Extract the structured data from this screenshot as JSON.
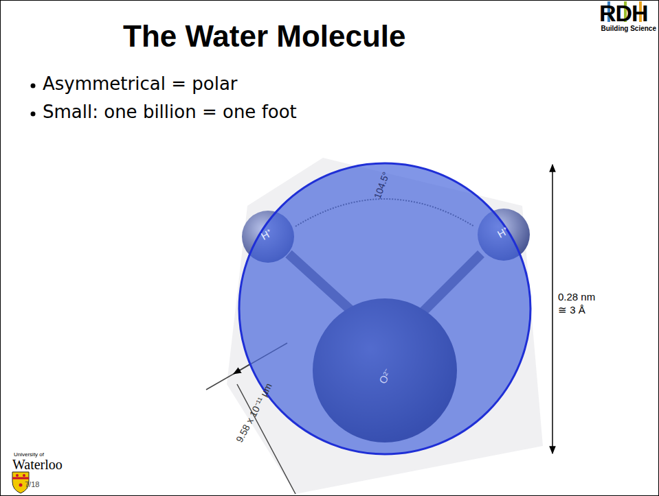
{
  "diagram": {
    "title": "The Water Molecule",
    "labels": [
      "Asymmetrical = polar",
      "Small: one billion = one foot",
      "0.28 nm",
      "≅ 3 Å",
      "104.5°",
      "H⁺",
      "H⁺",
      "O²⁻",
      "9.58 x 10⁻¹¹ µm",
      "RDH",
      "Building Science",
      "University of",
      "Waterloo",
      "7/18"
    ]
  }
}
